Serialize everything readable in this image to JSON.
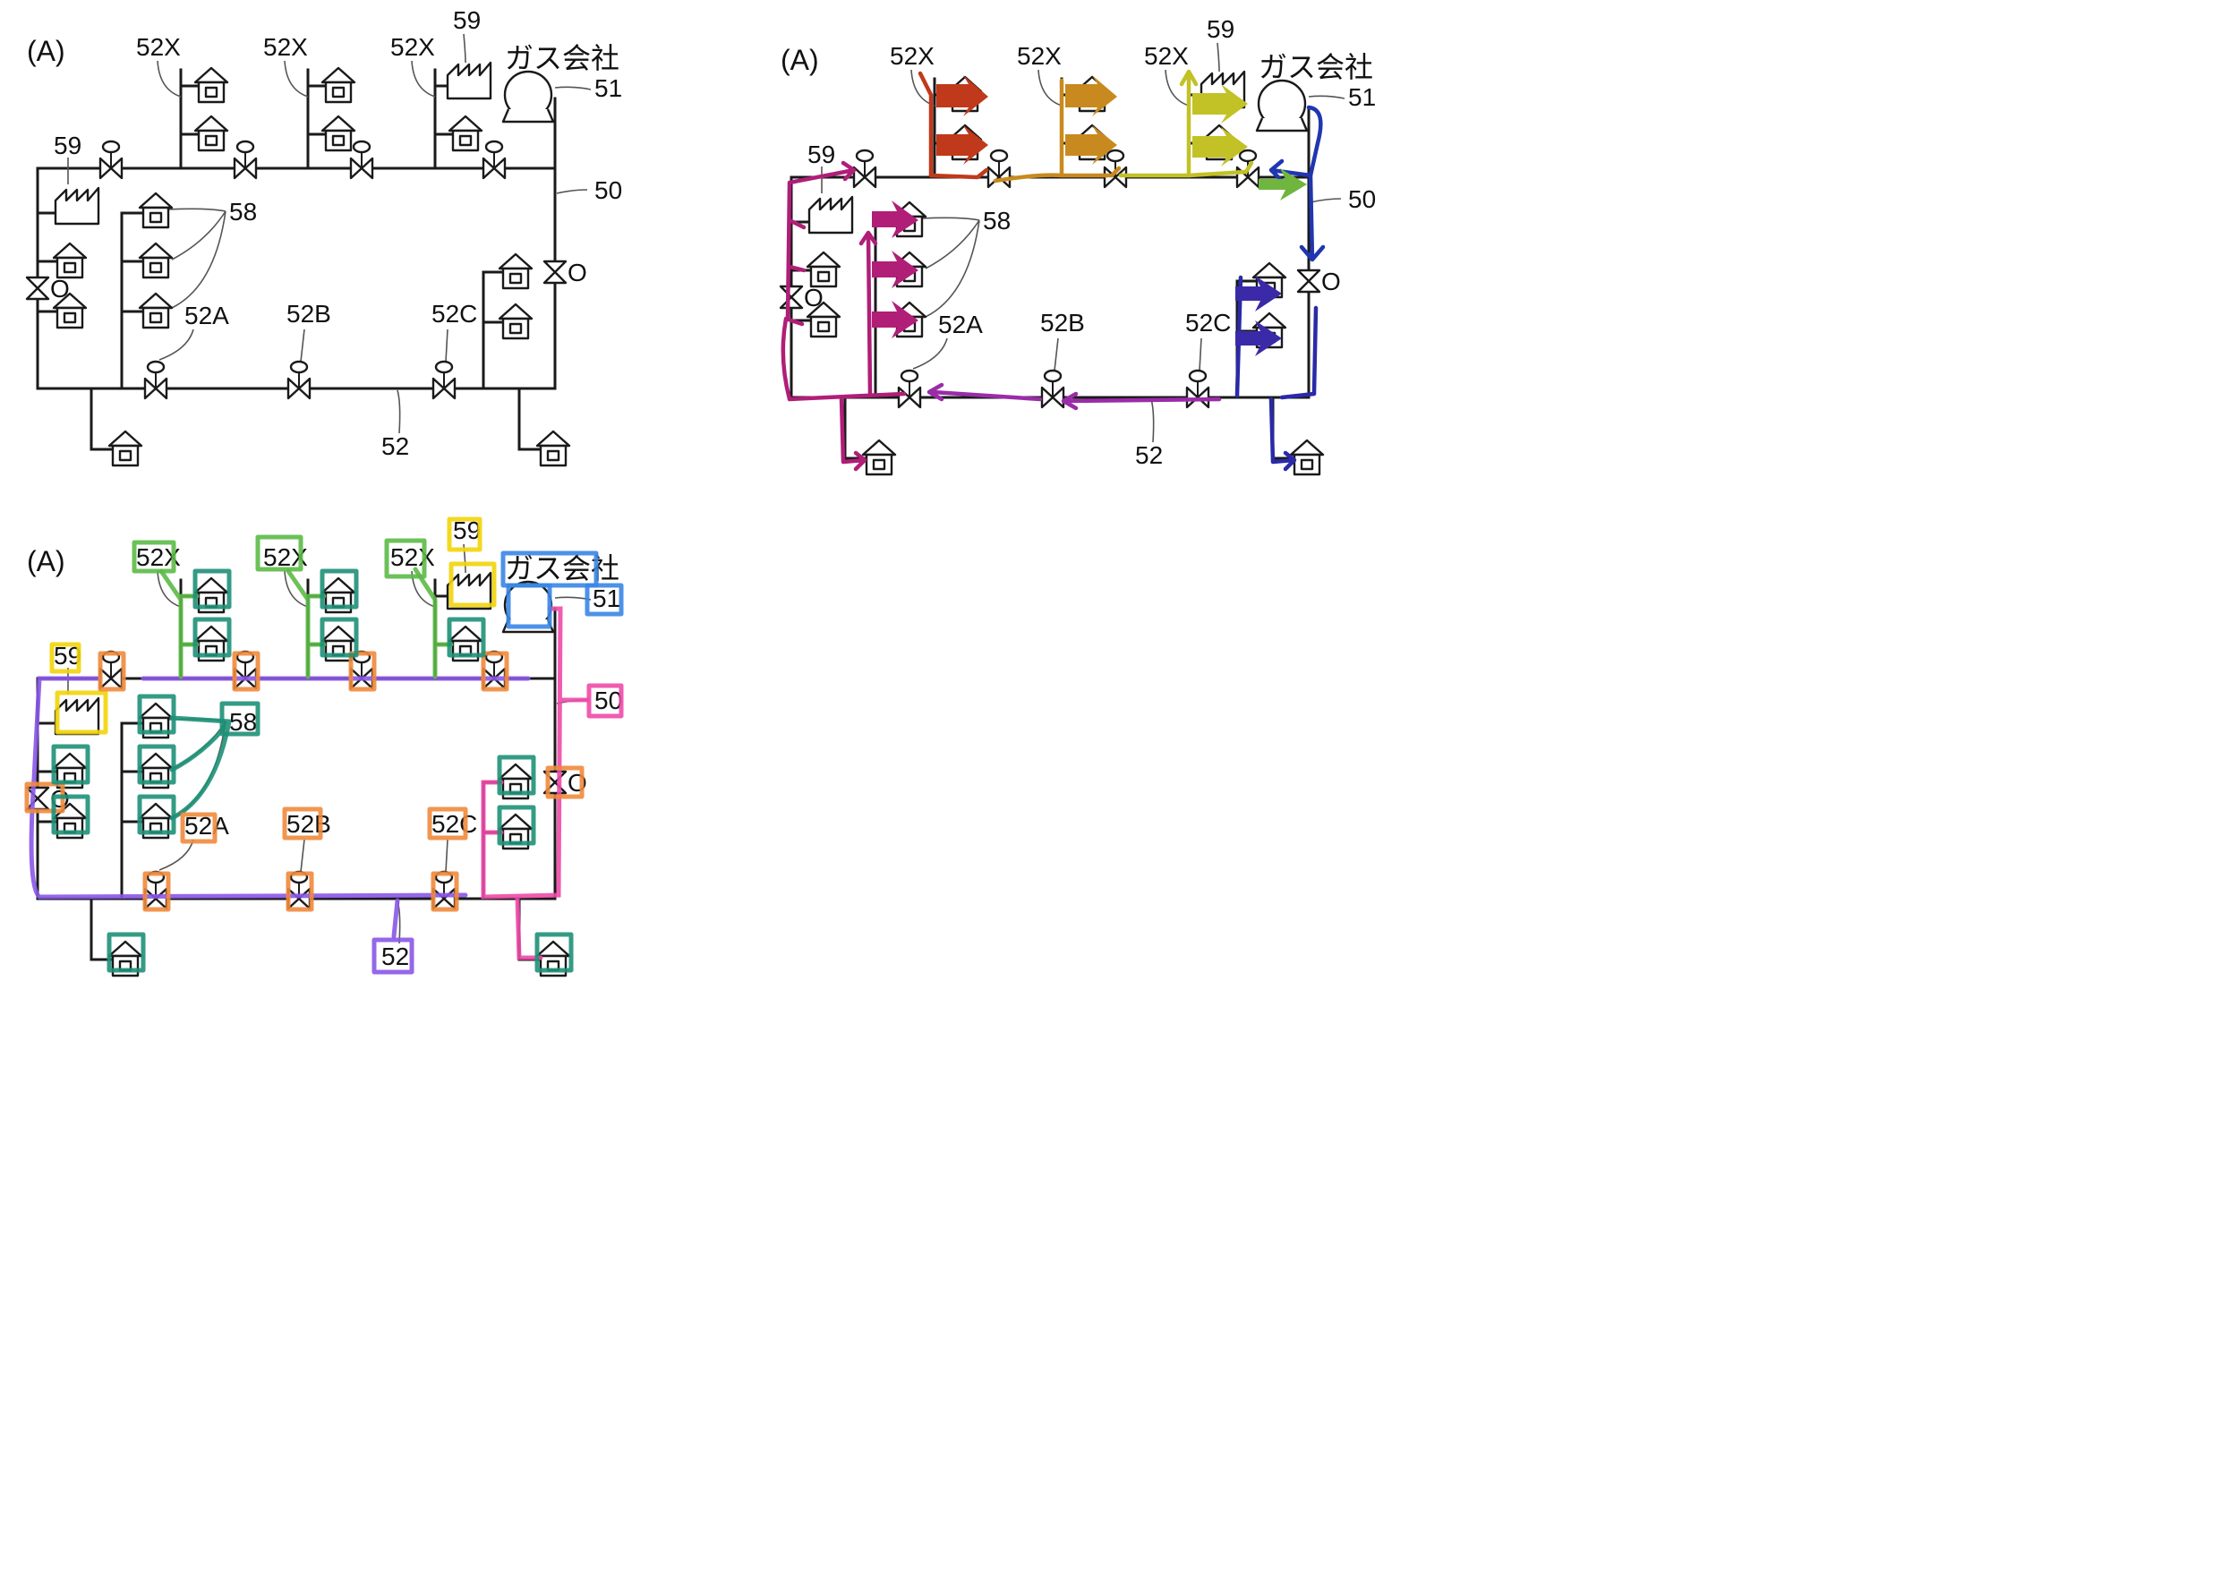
{
  "panel_tag": "(A)",
  "labels": {
    "supply_branch": "52X",
    "factory": "59",
    "gas_company": "ガス会社",
    "gas_source": "51",
    "main_pipe": "50",
    "houses": "58",
    "branch_a": "52A",
    "branch_b": "52B",
    "branch_c": "52C",
    "sub_pipe": "52",
    "valve_open": "O"
  },
  "colors": {
    "line": "#1a1a1a",
    "flow_red": "#c0391b",
    "flow_orange": "#c88a1e",
    "flow_olive": "#c2c126",
    "flow_green": "#6fb53e",
    "flow_blue": "#2036b0",
    "flow_magenta": "#b01e78",
    "flow_purple": "#9a2ca8",
    "flow_indigo": "#3a2aa8",
    "mark_green": "#5cba47",
    "mark_teal": "#1e9078",
    "mark_yellow": "#f2d40a",
    "mark_orange": "#f08a3c",
    "mark_blue": "#3a86e6",
    "mark_pink": "#ee4aa8",
    "mark_purple": "#8a56e8"
  }
}
